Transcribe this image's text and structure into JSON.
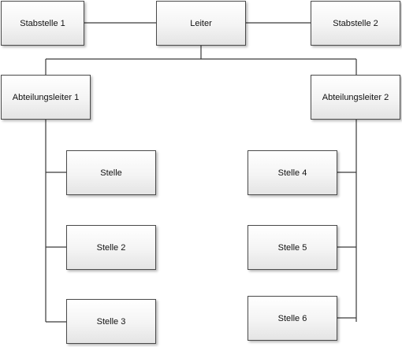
{
  "org_chart": {
    "head": "Leiter",
    "staff_positions": [
      "Stabstelle 1",
      "Stabstelle 2"
    ],
    "departments": [
      {
        "lead": "Abteilungsleiter 1",
        "positions": [
          "Stelle",
          "Stelle 2",
          "Stelle 3"
        ]
      },
      {
        "lead": "Abteilungsleiter 2",
        "positions": [
          "Stelle 4",
          "Stelle 5",
          "Stelle 6"
        ]
      }
    ]
  }
}
